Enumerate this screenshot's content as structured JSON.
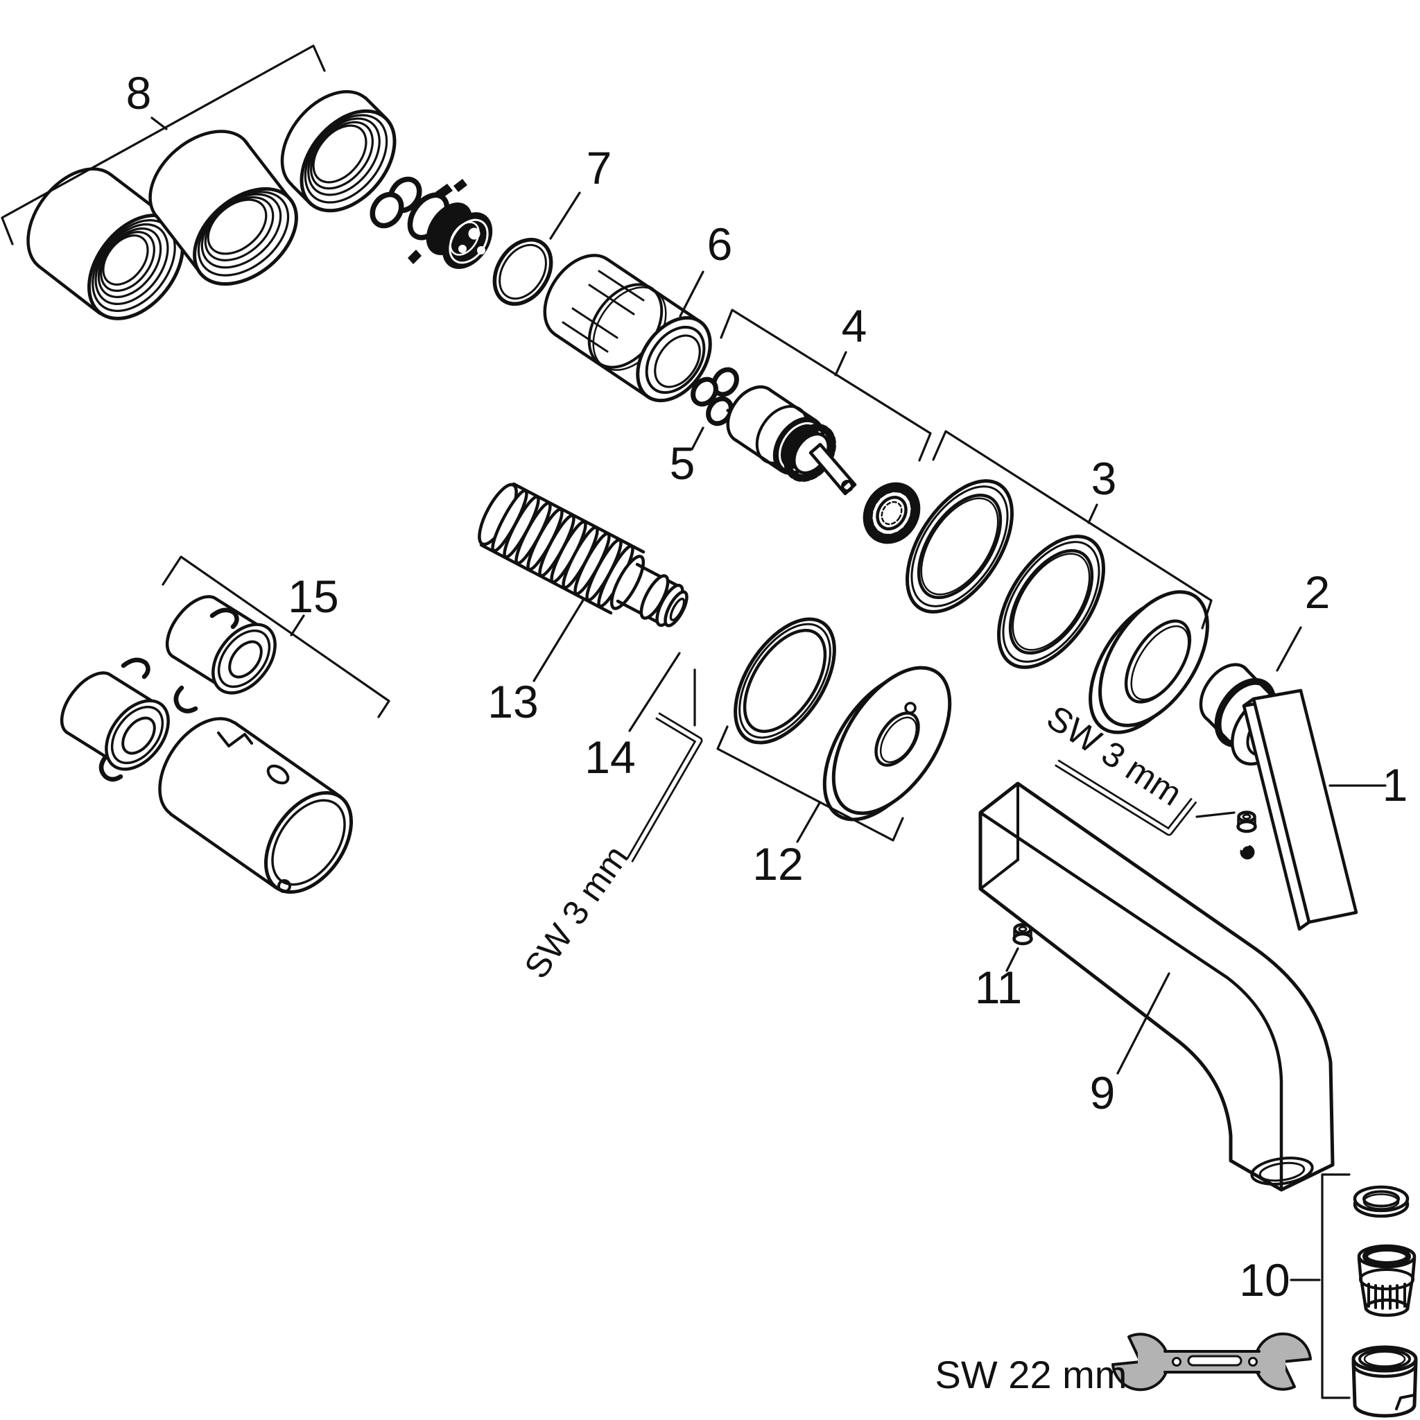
{
  "colors": {
    "background": "#ffffff",
    "line": "#111111",
    "tool_fill": "#b3b3b3"
  },
  "labels": [
    "1",
    "2",
    "3",
    "4",
    "5",
    "6",
    "7",
    "8",
    "9",
    "10",
    "11",
    "12",
    "13",
    "14",
    "15"
  ],
  "annotations": {
    "hex_key_handle": "SW 3 mm",
    "hex_key_hose": "SW 3 mm",
    "wrench": "SW 22 mm"
  }
}
